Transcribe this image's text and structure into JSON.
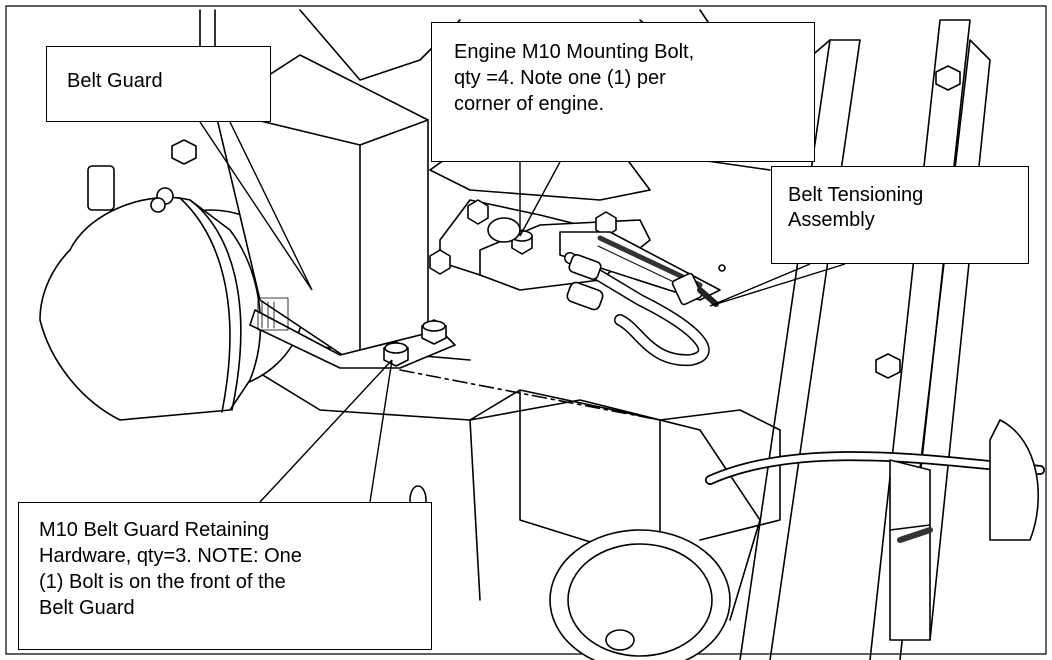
{
  "callouts": {
    "belt_guard": {
      "lines": [
        "Belt Guard"
      ]
    },
    "engine_bolt": {
      "lines": [
        "Engine M10 Mounting Bolt,",
        "qty =4.  Note one (1) per",
        "corner of engine."
      ]
    },
    "tensioning": {
      "lines": [
        "Belt Tensioning",
        "Assembly"
      ]
    },
    "retaining": {
      "lines": [
        "M10 Belt Guard Retaining",
        "Hardware, qty=3.  NOTE: One",
        "(1) Bolt is on the front of the",
        "Belt Guard"
      ]
    }
  },
  "colors": {
    "line": "#000000",
    "fill": "#ffffff"
  }
}
